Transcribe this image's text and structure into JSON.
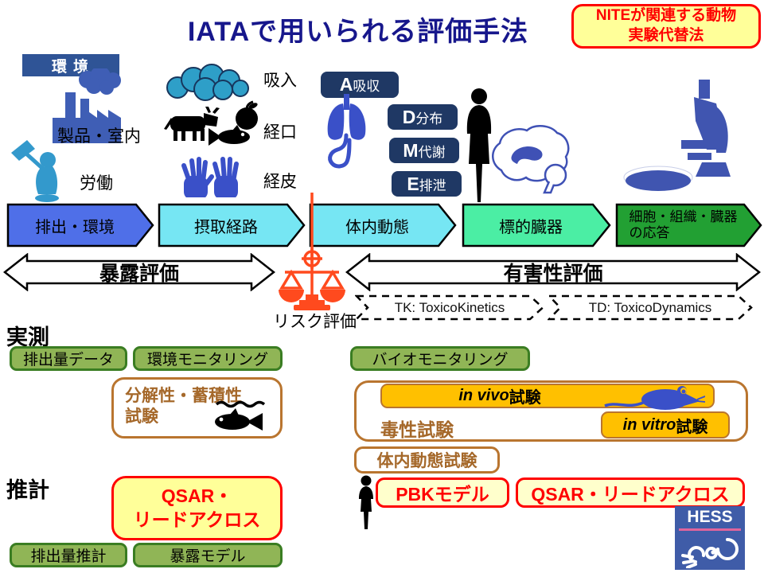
{
  "title": "IATAで用いられる評価手法",
  "badge": {
    "text": "NITEが関連する動物\n実験代替法"
  },
  "sources": {
    "environment": "環境",
    "product_indoor": "製品・室内",
    "labor": "労働"
  },
  "routes": {
    "inhalation": "吸入",
    "oral": "経口",
    "dermal": "経皮"
  },
  "adme": [
    {
      "letter": "A",
      "word": "吸収"
    },
    {
      "letter": "D",
      "word": "分布"
    },
    {
      "letter": "M",
      "word": "代謝"
    },
    {
      "letter": "E",
      "word": "排泄"
    }
  ],
  "flow_arrows": [
    {
      "label": "排出・環境",
      "color": "#4F6FE8"
    },
    {
      "label": "摂取経路",
      "color": "#76E6F3"
    },
    {
      "label": "体内動態",
      "color": "#76E6F3"
    },
    {
      "label": "標的臓器",
      "color": "#4BEEA4"
    },
    {
      "label": "細胞・組織・臓器\nの応答",
      "color": "#22A033"
    }
  ],
  "assessment": {
    "exposure": "暴露評価",
    "hazard": "有害性評価",
    "risk": "リスク評価",
    "tk": "TK: ToxicoKinetics",
    "td": "TD: ToxicoDynamics"
  },
  "measured": {
    "header": "実測",
    "emission_data": "排出量データ",
    "env_monitoring": "環境モニタリング",
    "bio_monitoring": "バイオモニタリング",
    "degradation_test": "分解性・蓄積性\n試験",
    "toxicity_test": "毒性試験",
    "in_vivo_italic": "in vivo",
    "in_vivo_rest": " 試験",
    "in_vitro_italic": "in vitro",
    "in_vitro_rest": " 試験",
    "toxicokinetics_test": "体内動態試験"
  },
  "estimated": {
    "header": "推計",
    "qsar_left": "QSAR・\nリードアクロス",
    "pbk_model": "PBKモデル",
    "qsar_right": "QSAR・リードアクロス",
    "emission_estimate": "排出量推計",
    "exposure_model": "暴露モデル"
  },
  "logo": {
    "text": "HESS"
  },
  "colors": {
    "title": "#17178C",
    "badge_bg": "#FFFF99",
    "badge_border": "#FF0000",
    "env_box": "#2F5496",
    "adme_box": "#1F3864",
    "arrow_blue": "#4F6FE8",
    "arrow_cyan": "#76E6F3",
    "arrow_mint": "#4BEEA4",
    "arrow_green": "#22A033",
    "green_box_bg": "#90B556",
    "green_box_border": "#3A7D22",
    "brown_border": "#B9752F",
    "orange_bg": "#FFC000",
    "yellow_bg": "#FFFF99",
    "pale_yellow_bg": "#FFFFCC",
    "red": "#FF0000",
    "scale_orange": "#FF4A1E",
    "icon_blue": "#3A50C8",
    "hess_bg": "#3F5CA8"
  }
}
